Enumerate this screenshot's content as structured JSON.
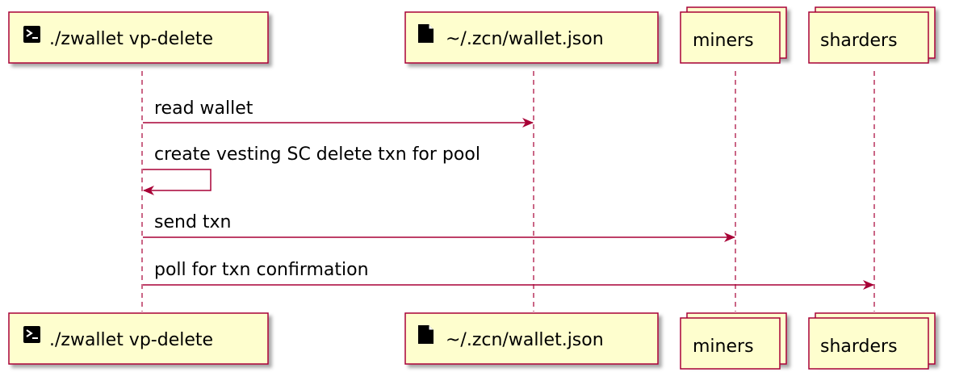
{
  "participants": [
    {
      "id": "zwallet",
      "label": "./zwallet vp-delete",
      "icon": "terminal-icon",
      "kind": "single"
    },
    {
      "id": "wallet_file",
      "label": "~/.zcn/wallet.json",
      "icon": "file-icon",
      "kind": "single"
    },
    {
      "id": "miners",
      "label": "miners",
      "icon": "",
      "kind": "collection"
    },
    {
      "id": "sharders",
      "label": "sharders",
      "icon": "",
      "kind": "collection"
    }
  ],
  "messages": [
    {
      "from": "zwallet",
      "to": "wallet_file",
      "text": "read wallet"
    },
    {
      "from": "zwallet",
      "to": "zwallet",
      "text": "create vesting SC delete txn for pool"
    },
    {
      "from": "zwallet",
      "to": "miners",
      "text": "send txn"
    },
    {
      "from": "zwallet",
      "to": "sharders",
      "text": "poll for txn confirmation"
    }
  ],
  "colors": {
    "box_fill": "#FEFECE",
    "box_border": "#A80036",
    "arrow": "#A80036",
    "lifeline": "#A80036"
  }
}
